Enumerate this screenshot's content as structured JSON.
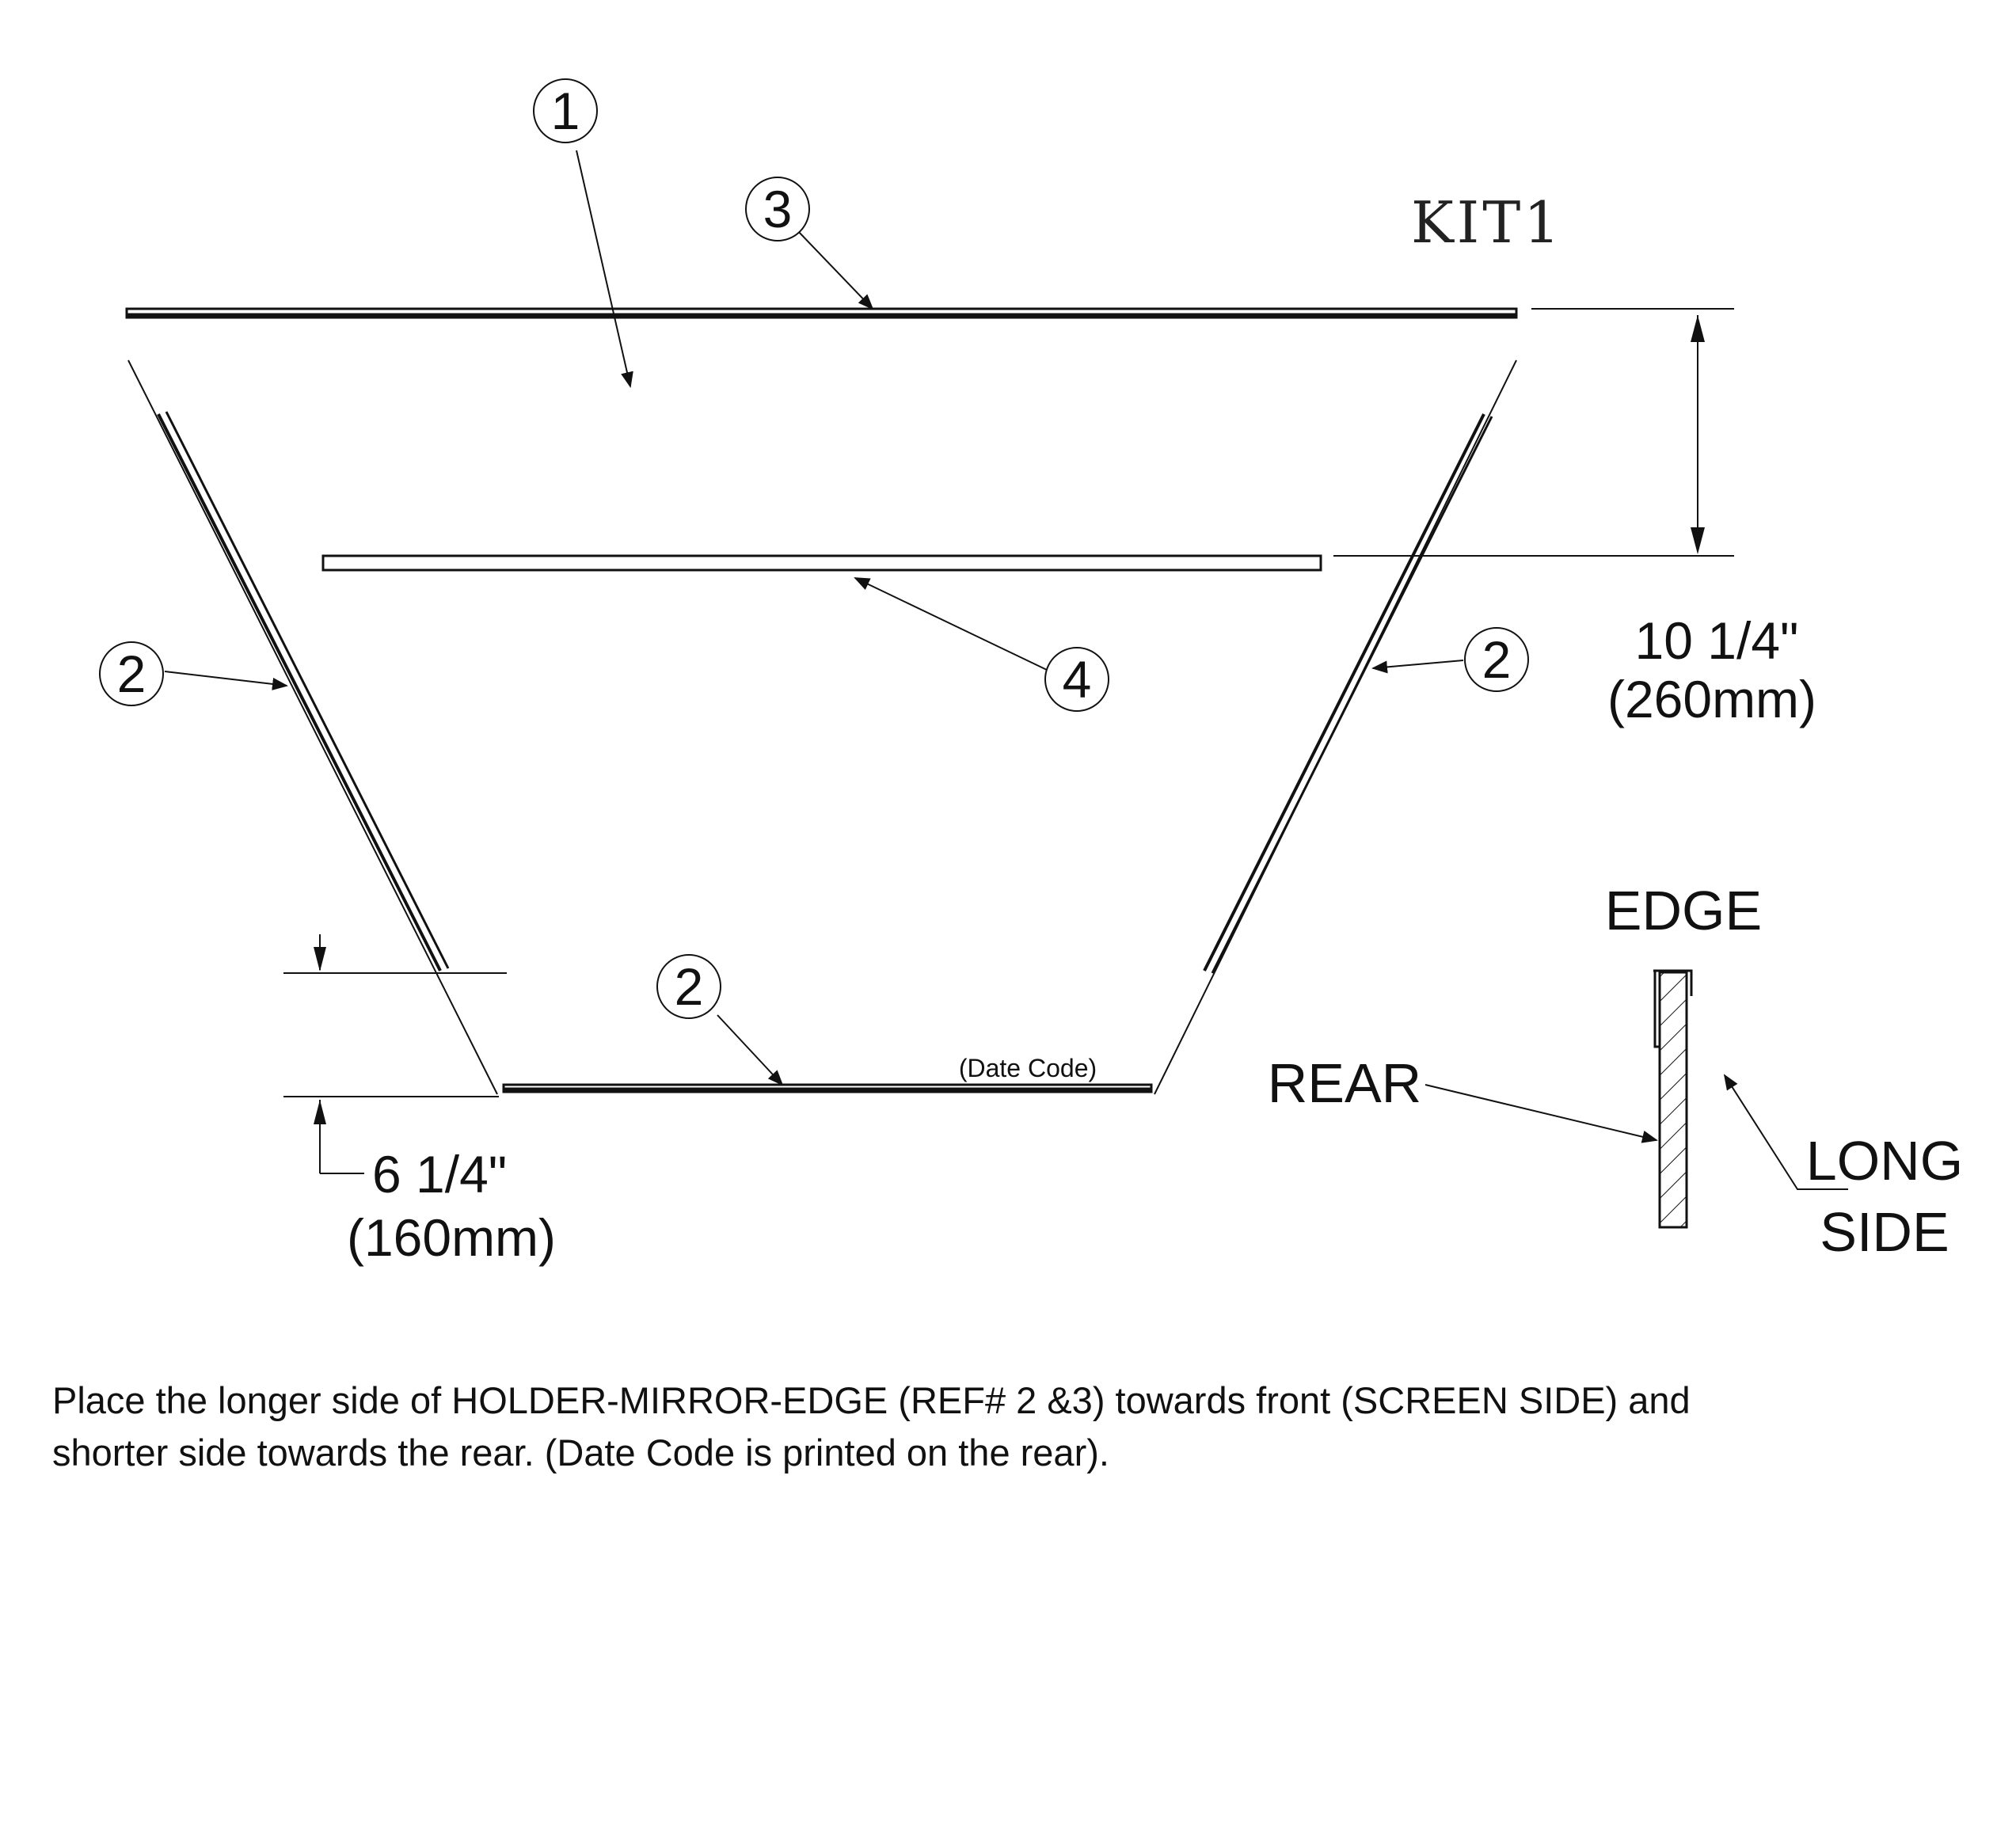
{
  "kit_label": "KIT1",
  "balloons": {
    "panel": "1",
    "side_left": "2",
    "side_right": "2",
    "bottom": "2",
    "top": "3",
    "middle": "4"
  },
  "dimensions": {
    "height": {
      "imperial": "10 1/4\"",
      "metric": "(260mm)"
    },
    "bottom_offset": {
      "imperial": "6 1/4\"",
      "metric": "(160mm)"
    }
  },
  "date_code_label": "(Date Code)",
  "edge_detail": {
    "title": "EDGE",
    "rear_label": "REAR",
    "long_side_label": [
      "LONG",
      "SIDE"
    ]
  },
  "note": {
    "line1": "Place the longer side of HOLDER-MIRROR-EDGE (REF# 2 &3) towards front (SCREEN SIDE) and",
    "line2": "shorter side towards the rear. (Date Code is printed on the rear)."
  },
  "colors": {
    "ink": "#111111",
    "paper": "#ffffff"
  }
}
